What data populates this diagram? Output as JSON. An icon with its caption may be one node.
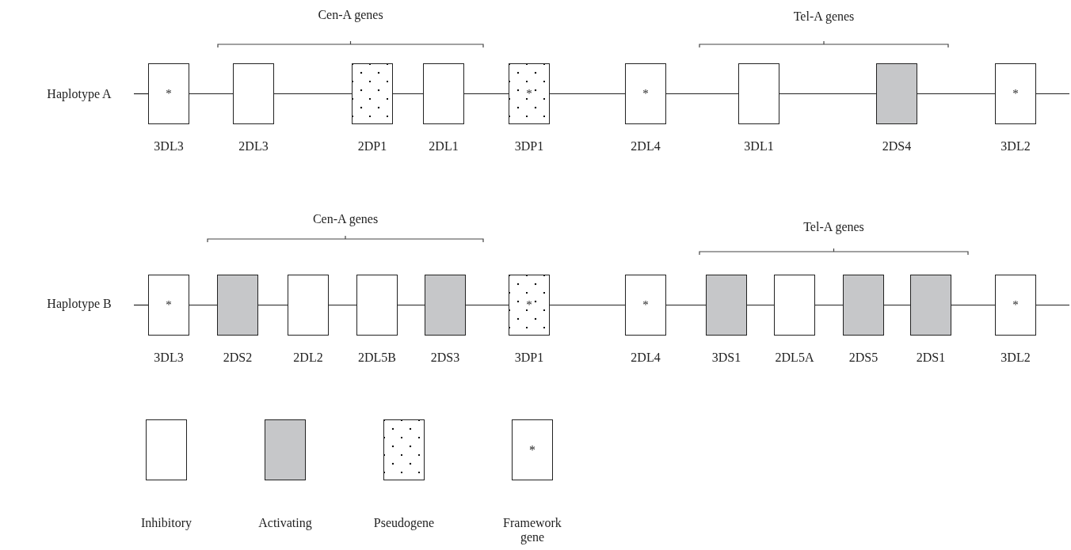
{
  "diagram": {
    "nodes": [
      {
        "text": [
          "*"
        ],
        "beside": [
          "3DL3"
        ]
      },
      {
        "text": [],
        "shape": "box",
        "beside": [
          "2DL3"
        ]
      },
      {
        "text": [],
        "shape": "box",
        "beside": [
          "2DP1"
        ]
      },
      {
        "text": [],
        "shape": "box",
        "beside": [
          "2DL1"
        ]
      },
      {
        "text": [
          "*"
        ],
        "beside": [
          "3DP1"
        ]
      },
      {
        "text": [
          "*"
        ],
        "beside": [
          "2DL4"
        ]
      },
      {
        "text": [],
        "shape": "box",
        "beside": [
          "3DL1"
        ]
      },
      {
        "text": [],
        "shape": "box",
        "beside": [
          "2DS4"
        ]
      },
      {
        "text": [
          "*"
        ],
        "beside": [
          "3DL2"
        ]
      },
      {
        "text": [
          "*"
        ],
        "beside": [
          "3DL3"
        ]
      },
      {
        "text": [],
        "shape": "box",
        "beside": [
          "2DS2"
        ]
      },
      {
        "text": [],
        "shape": "box",
        "beside": [
          "2DL2"
        ]
      },
      {
        "text": [],
        "shape": "box",
        "beside": [
          "2DL5B"
        ]
      },
      {
        "text": [],
        "shape": "box",
        "beside": [
          "2DS3"
        ]
      },
      {
        "text": [
          "*"
        ],
        "beside": [
          "3DP1"
        ]
      },
      {
        "text": [
          "*"
        ],
        "beside": [
          "2DL4"
        ]
      },
      {
        "text": [],
        "shape": "box",
        "beside": [
          "3DS1"
        ]
      },
      {
        "text": [],
        "shape": "box",
        "beside": [
          "2DL5A"
        ]
      },
      {
        "text": [],
        "shape": "box",
        "beside": [
          "2DS5"
        ]
      },
      {
        "text": [],
        "shape": "box",
        "beside": [
          "2DS1"
        ]
      },
      {
        "text": [
          "*"
        ],
        "beside": [
          "3DL2"
        ]
      }
    ],
    "edges": [
      {
        "from": null,
        "to": 0,
        "arrow": "none"
      },
      {
        "from": 0,
        "to": 1,
        "arrow": "none"
      },
      {
        "from": 1,
        "to": 2,
        "arrow": "none"
      },
      {
        "from": 2,
        "to": 3,
        "arrow": "none"
      },
      {
        "from": 3,
        "to": 4,
        "arrow": "none"
      },
      {
        "from": 4,
        "to": 5,
        "arrow": "none"
      },
      {
        "from": 5,
        "to": 6,
        "arrow": "none"
      },
      {
        "from": 6,
        "to": 7,
        "arrow": "none"
      },
      {
        "from": 7,
        "to": 8,
        "arrow": "none"
      },
      {
        "from": 8,
        "to": null,
        "arrow": "none"
      },
      {
        "from": null,
        "to": 9,
        "arrow": "none"
      },
      {
        "from": 9,
        "to": 10,
        "arrow": "none"
      },
      {
        "from": 10,
        "to": 11,
        "arrow": "none"
      },
      {
        "from": 11,
        "to": 12,
        "arrow": "none"
      },
      {
        "from": 12,
        "to": 13,
        "arrow": "none"
      },
      {
        "from": 13,
        "to": 14,
        "arrow": "none"
      },
      {
        "from": 14,
        "to": 15,
        "arrow": "none"
      },
      {
        "from": 15,
        "to": 16,
        "arrow": "none"
      },
      {
        "from": 16,
        "to": 17,
        "arrow": "none"
      },
      {
        "from": 17,
        "to": 18,
        "arrow": "none"
      },
      {
        "from": 18,
        "to": 19,
        "arrow": "none"
      },
      {
        "from": 19,
        "to": 20,
        "arrow": "none"
      },
      {
        "from": 20,
        "to": null,
        "arrow": "none"
      }
    ],
    "labels": [
      "Cen-A genes",
      "Tel-A genes",
      "Haplotype A",
      "Cen-A genes",
      "Tel-A genes",
      "Haplotype B",
      "*"
    ],
    "legend": [
      {
        "text": "Inhibitory",
        "color": "#ffffff"
      },
      {
        "text": "Activating",
        "color": "#c6c7c9"
      },
      {
        "text": "Pseudogene"
      },
      {
        "text": "Framework gene"
      }
    ]
  }
}
